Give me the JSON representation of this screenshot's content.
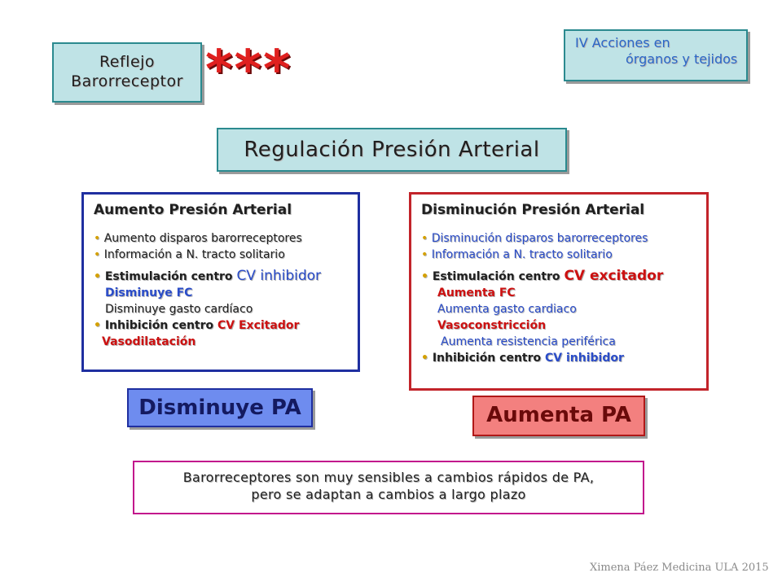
{
  "header": {
    "label_line1": "Reflejo",
    "label_line2": "Barorreceptor",
    "stars": "***",
    "section_line1": "IV Acciones en",
    "section_line2": "órganos y tejidos"
  },
  "title": "Regulación Presión Arterial",
  "left_panel": {
    "title": "Aumento Presión Arterial",
    "bullet1": "Aumento disparos barorreceptores",
    "bullet2": "Información a N. tracto solitario",
    "bullet3_prefix": "Estimulación centro",
    "bullet3_highlight": "CV  inhibidor",
    "sub1": "Disminuye FC",
    "sub2": "Disminuye gasto cardíaco",
    "bullet4_prefix": "Inhibición centro",
    "bullet4_highlight": "CV Excitador",
    "sub3": "Vasodilatación",
    "result": "Disminuye PA"
  },
  "right_panel": {
    "title": "Disminución Presión Arterial",
    "bullet1": "Disminución disparos barorreceptores",
    "bullet2": "Información a N. tracto solitario",
    "bullet3_prefix": "Estimulación centro",
    "bullet3_highlight": "CV  excitador",
    "sub1": "Aumenta FC",
    "sub2": "Aumenta gasto cardiaco",
    "sub3": "Vasoconstricción",
    "sub4": "Aumenta resistencia periférica",
    "bullet4_prefix": "Inhibición centro",
    "bullet4_highlight": "CV inhibidor",
    "result": "Aumenta PA"
  },
  "note": {
    "line1": "Barorreceptores son muy sensibles a cambios rápidos de PA,",
    "line2": "pero se adaptan a cambios a largo plazo"
  },
  "credit": "Ximena Páez Medicina ULA 2015",
  "colors": {
    "teal_fill": "#bfe3e6",
    "left_border": "#1f2fa0",
    "right_border": "#c2242a",
    "note_border": "#c2168c",
    "highlight_red": "#cc1111",
    "highlight_blue": "#2a4cc8"
  }
}
